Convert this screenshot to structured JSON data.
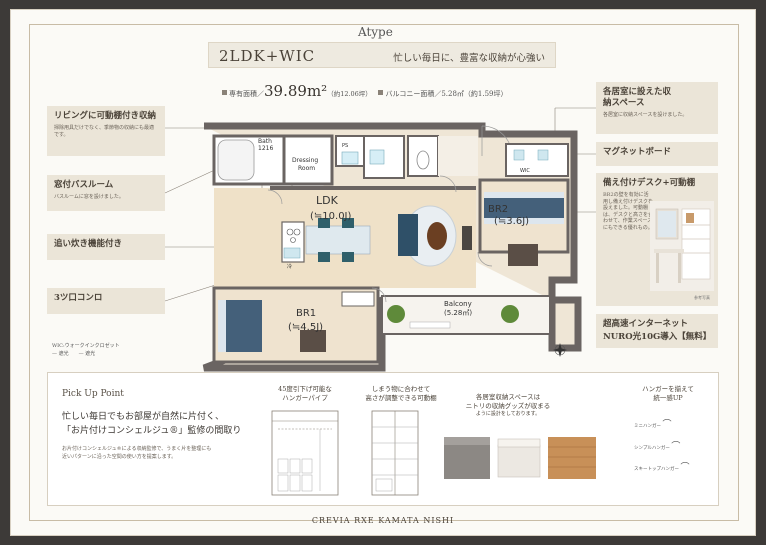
{
  "header": {
    "atype": "Atype",
    "layout": "2LDK+WIC",
    "tagline": "忙しい毎日に、豊富な収納が心強い",
    "floor_area_label": "専有面積／",
    "floor_area_value": "39.89m²",
    "floor_area_tsubo": "（約12.06坪）",
    "balcony_area": "バルコニー面積／5.28㎡（約1.59坪）"
  },
  "callouts": {
    "living_storage": {
      "title": "リビングに可動棚付き収納",
      "desc": "掃除用具だけでなく、季節物の収納にも最適です。"
    },
    "bath": {
      "title": "窓付バスルーム",
      "desc": "バスルームに窓を設けました。"
    },
    "reheat": {
      "title": "追い炊き機能付き"
    },
    "stove": {
      "title": "3ツ口コンロ"
    },
    "room_storage": {
      "title": "各居室に設えた収納スペース",
      "desc": "各居室に収納スペースを設けました。"
    },
    "magnet": {
      "title": "マグネットボード"
    },
    "desk": {
      "title": "備え付けデスク+可動棚",
      "desc": "BR2の壁を有効に活用し備え付けデスクを設えました。可動棚は、デスクと高さを合わせて、作業スペースにもできる優れもの。",
      "photo_caption": "参考写真"
    },
    "internet": {
      "title": "超高速インターネット",
      "sub": "NURO光10G導入【無料】"
    }
  },
  "rooms": {
    "bath": "Bath",
    "bath_size": "1216",
    "dressing": "Dressing",
    "dressing2": "Room",
    "ldk": "LDK",
    "ldk_size": "(≒10.0J)",
    "br1": "BR1",
    "br1_size": "(≒4.5J)",
    "br2": "BR2",
    "br2_size": "(≒3.6J)",
    "balcony": "Balcony",
    "balcony_size": "(5.28㎡)",
    "wic": "WIC",
    "ps": "PS",
    "ref": "冷"
  },
  "legend": {
    "line1": "WIC:ウォークインクロゼット",
    "line2": "— 遮光　　— 遮光"
  },
  "pickup": {
    "title": "Pick Up Point",
    "lead1": "忙しい毎日でもお部屋が自然に片付く、",
    "lead2": "「お片付けコンシェルジュ®」監修の間取り",
    "note": "お片付けコンシェルジュ®による収納監修で、うまく片を整理にも近いパターンに沿った空間の使い方を提案します。",
    "col1": "45度引下げ可能な\nハンガーパイプ",
    "col2": "しまう物に合わせて\n高さが調整できる可動棚",
    "col3": "各居室収納スペースは\nニトリの収納グッズが収まる",
    "col3_sub": "ように設計をしております。",
    "col4": "ハンガーを揃えて\n統一感UP",
    "hanger1": "ミニハンガー",
    "hanger2": "シンプルハンガー",
    "hanger3": "スキートップハンガー"
  },
  "footer": "CREVIA RXE KAMATA NISHI"
}
